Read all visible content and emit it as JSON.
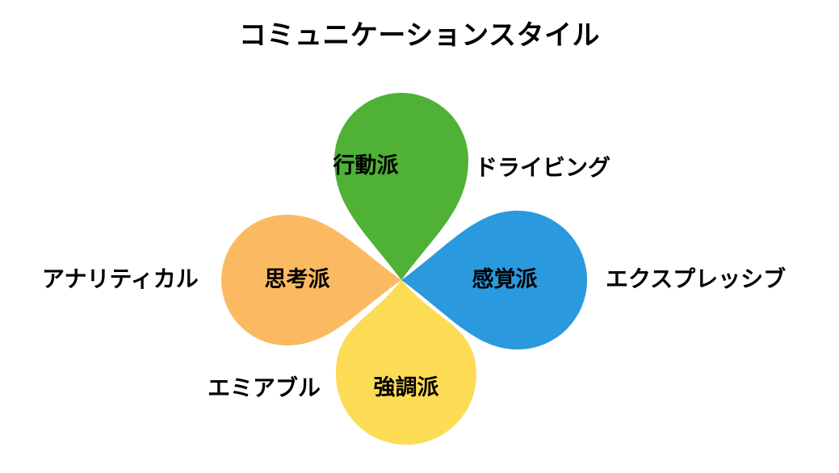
{
  "title": "コミュニケーションスタイル",
  "chart_data": {
    "type": "diagram",
    "title": "コミュニケーションスタイル",
    "subtype": "four-petal-flower",
    "center": [
      497,
      347
    ],
    "legend": "none",
    "grid": false,
    "petals": [
      {
        "id": "driving",
        "inner_label": "行動派",
        "outer_label": "ドライビング",
        "color": "#4FB136",
        "direction": "up",
        "angle_deg": 270,
        "tip": [
          497,
          347
        ],
        "bulb_center": [
          497,
          198
        ],
        "bulb_radius": 83
      },
      {
        "id": "expressive",
        "inner_label": "感覚派",
        "outer_label": "エクスプレッシブ",
        "color": "#2A99DE",
        "direction": "right",
        "angle_deg": 0,
        "tip": [
          497,
          347
        ],
        "bulb_center": [
          641,
          347
        ],
        "bulb_radius": 86
      },
      {
        "id": "analytical",
        "inner_label": "思考派",
        "outer_label": "アナリティカル",
        "color": "#FBBA62",
        "direction": "left",
        "angle_deg": 180,
        "tip": [
          497,
          347
        ],
        "bulb_center": [
          355,
          347
        ],
        "bulb_radius": 81
      },
      {
        "id": "amiable",
        "inner_label": "強調派",
        "outer_label": "エミアブル",
        "color": "#FDDC55",
        "direction": "down",
        "angle_deg": 90,
        "tip": [
          497,
          347
        ],
        "bulb_center": [
          503,
          464
        ],
        "bulb_radius": 87
      }
    ]
  },
  "petals": {
    "green": {
      "inner": "行動派",
      "outer": "ドライビング",
      "color": "#4FB136"
    },
    "blue": {
      "inner": "感覚派",
      "outer": "エクスプレッシブ",
      "color": "#2A99DE"
    },
    "orange": {
      "inner": "思考派",
      "outer": "アナリティカル",
      "color": "#FBBA62"
    },
    "yellow": {
      "inner": "強調派",
      "outer": "エミアブル",
      "color": "#FDDC55"
    }
  },
  "colors": {
    "background": "#FFFFFF",
    "text": "#000000",
    "green": "#4FB136",
    "blue": "#2A99DE",
    "orange": "#FBBA62",
    "yellow": "#FDDC55"
  }
}
